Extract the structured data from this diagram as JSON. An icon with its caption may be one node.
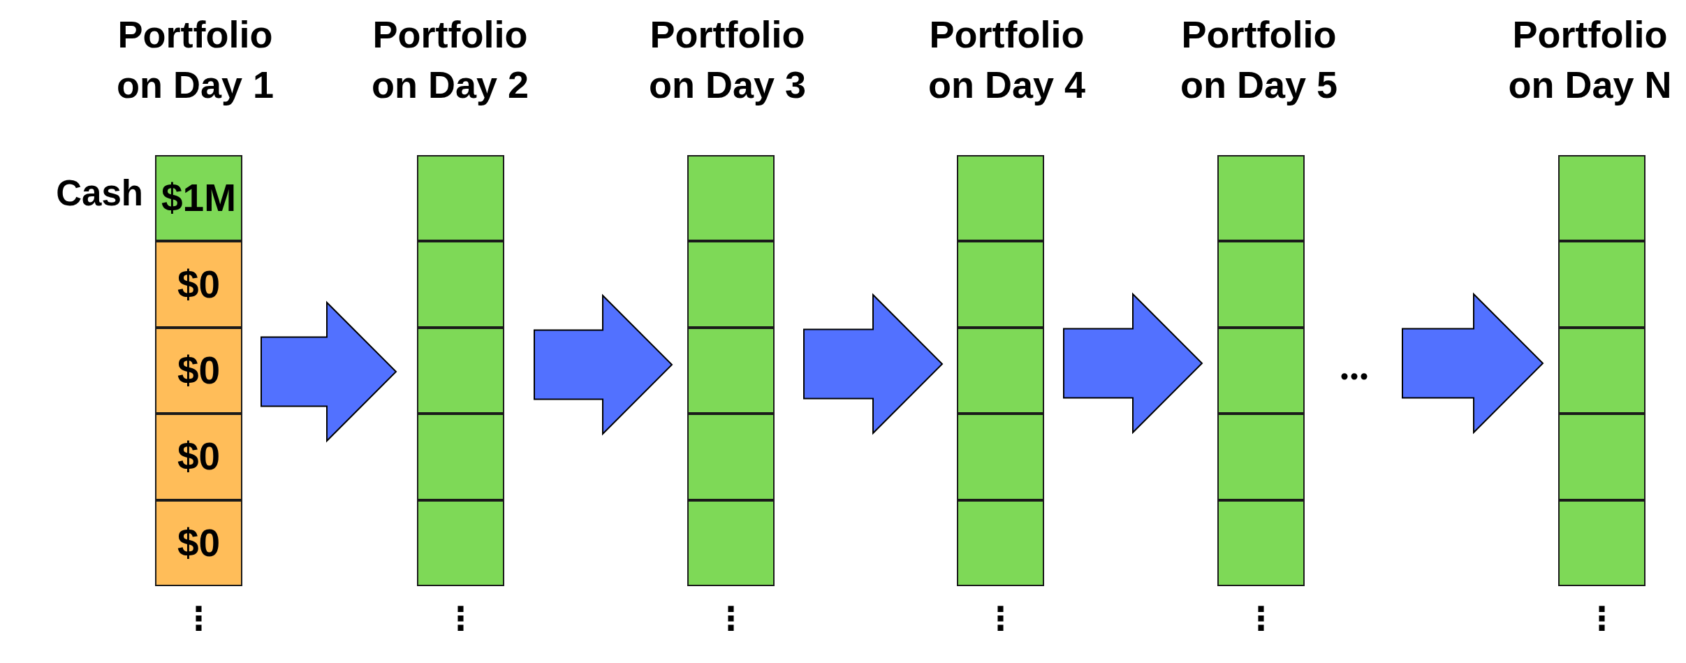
{
  "diagram": {
    "nodes": [
      {
        "text": [
          "Portfolio on Day 1"
        ],
        "beside": [
          "⋮"
        ]
      },
      {
        "text": [
          "$1M"
        ],
        "in": 0
      },
      {
        "text": [
          "$0"
        ],
        "in": 0
      },
      {
        "text": [
          "$0"
        ],
        "in": 0
      },
      {
        "text": [
          "$0"
        ],
        "in": 0
      },
      {
        "text": [
          "$0"
        ],
        "in": 0
      },
      {
        "text": [
          "Portfolio on Day 2"
        ],
        "beside": [
          "⋮"
        ]
      },
      {
        "text": [],
        "shape": "box",
        "in": 6
      },
      {
        "text": [],
        "shape": "box",
        "in": 6
      },
      {
        "text": [],
        "shape": "box",
        "in": 6
      },
      {
        "text": [],
        "shape": "box",
        "in": 6
      },
      {
        "text": [],
        "shape": "box",
        "in": 6
      },
      {
        "text": [
          "Portfolio on Day 3"
        ],
        "beside": [
          "⋮"
        ]
      },
      {
        "text": [],
        "shape": "box",
        "in": 12
      },
      {
        "text": [],
        "shape": "box",
        "in": 12
      },
      {
        "text": [],
        "shape": "box",
        "in": 12
      },
      {
        "text": [],
        "shape": "box",
        "in": 12
      },
      {
        "text": [],
        "shape": "box",
        "in": 12
      },
      {
        "text": [
          "Portfolio on Day 4"
        ],
        "beside": [
          "⋮"
        ]
      },
      {
        "text": [],
        "shape": "box",
        "in": 18
      },
      {
        "text": [],
        "shape": "box",
        "in": 18
      },
      {
        "text": [],
        "shape": "box",
        "in": 18
      },
      {
        "text": [],
        "shape": "box",
        "in": 18
      },
      {
        "text": [],
        "shape": "box",
        "in": 18
      },
      {
        "text": [
          "Portfolio on Day 5"
        ],
        "beside": [
          "⋮"
        ]
      },
      {
        "text": [],
        "shape": "box",
        "in": 24
      },
      {
        "text": [],
        "shape": "box",
        "in": 24
      },
      {
        "text": [],
        "shape": "box",
        "in": 24
      },
      {
        "text": [],
        "shape": "box",
        "in": 24
      },
      {
        "text": [],
        "shape": "box",
        "in": 24
      },
      {
        "text": [
          "..."
        ]
      },
      {
        "text": [
          "Portfolio on Day N"
        ],
        "beside": [
          "⋮"
        ]
      },
      {
        "text": [],
        "shape": "box",
        "in": 31
      },
      {
        "text": [],
        "shape": "box",
        "in": 31
      },
      {
        "text": [],
        "shape": "box",
        "in": 31
      },
      {
        "text": [],
        "shape": "box",
        "in": 31
      },
      {
        "text": [],
        "shape": "box",
        "in": 31
      }
    ],
    "edges": [
      {
        "from": 0,
        "to": 6,
        "arrow": "to"
      },
      {
        "from": 6,
        "to": 12,
        "arrow": "to"
      },
      {
        "from": 12,
        "to": 18,
        "arrow": "to"
      },
      {
        "from": 18,
        "to": 24,
        "arrow": "to"
      },
      {
        "from": 30,
        "to": 31,
        "arrow": "to"
      }
    ],
    "labels": [
      "Cash"
    ]
  }
}
